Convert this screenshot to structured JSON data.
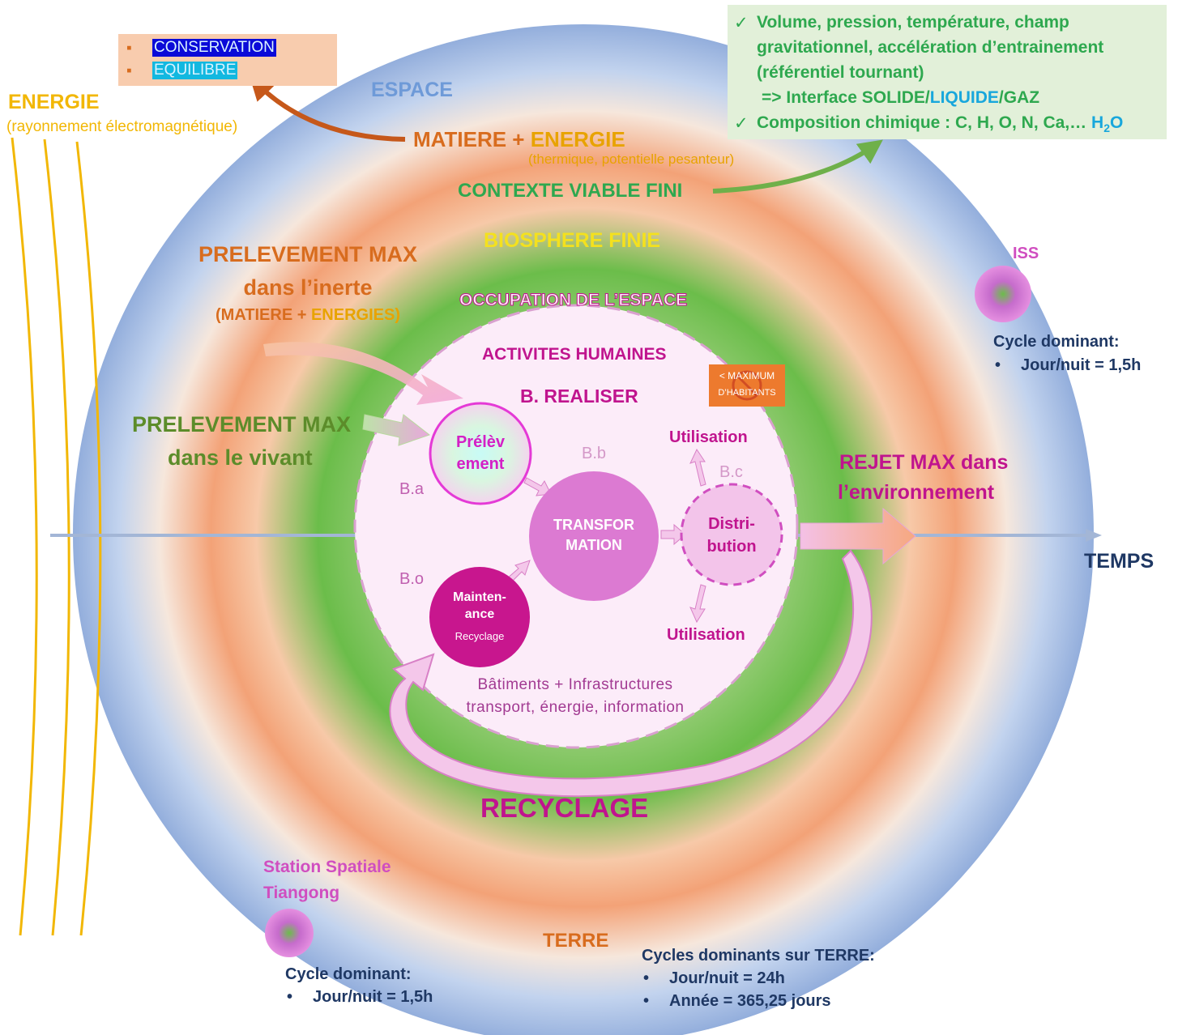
{
  "energy": {
    "title": "ENERGIE",
    "subtitle": "(rayonnement électromagnétique)"
  },
  "conservation_box": {
    "items": [
      "CONSERVATION",
      "EQUILIBRE"
    ]
  },
  "space": {
    "label": "ESPACE"
  },
  "matter": {
    "part1": "MATIERE + ",
    "part2": "ENERGIE",
    "subtitle": "(thermique,  potentielle pesanteur)"
  },
  "viable_context": {
    "label": "CONTEXTE VIABLE FINI",
    "lines": [
      "Volume, pression, température, champ",
      "gravitationnel, accélération d’entrainement",
      "(référentiel tournant)",
      "=> Interface SOLIDE/",
      "LIQUIDE",
      "/GAZ",
      "Composition chimique : C, H, O, N, Ca,… ",
      "H",
      "2",
      "O"
    ],
    "check": "✓"
  },
  "biosphere": {
    "label": "BIOSPHERE FINIE"
  },
  "inert_extraction": {
    "line1": "PRELEVEMENT MAX",
    "line2": "dans l’inerte",
    "sub1": "(MATIERE + ",
    "sub2": "ENERGIES)"
  },
  "living_extraction": {
    "line1": "PRELEVEMENT MAX",
    "line2": "dans le vivant"
  },
  "space_occupation": {
    "label": "OCCUPATION DE L’ESPACE"
  },
  "human_activities": {
    "label": "ACTIVITES HUMAINES",
    "realise": "B. REALISER"
  },
  "max_inhabitants": {
    "line1": "< MAXIMUM",
    "line2": "D’HABITANTS"
  },
  "nodes": {
    "prelevement": {
      "line1": "Prélèv",
      "line2": "ement",
      "code": "B.a"
    },
    "transformation": {
      "line1": "TRANSFOR",
      "line2": "MATION",
      "code": "B.b"
    },
    "distribution": {
      "line1": "Distri-",
      "line2": "bution",
      "code": "B.c"
    },
    "maintenance": {
      "line1": "Mainten-",
      "line2": "ance",
      "line3": "Recyclage",
      "code": "B.o"
    },
    "use_top": "Utilisation",
    "use_bottom": "Utilisation"
  },
  "buildings": {
    "line1": "Bâtiments + Infrastructures",
    "line2": "transport, énergie, information"
  },
  "discharge": {
    "line1": "REJET MAX dans",
    "line2": "l’environnement"
  },
  "time": {
    "label": "TEMPS"
  },
  "recycling": {
    "label": "RECYCLAGE"
  },
  "iss": {
    "label": "ISS",
    "cycle_title": "Cycle dominant:",
    "bullet": "•",
    "cycle_item": "Jour/nuit  = 1,5h"
  },
  "tiangong": {
    "line1": "Station Spatiale",
    "line2": "Tiangong",
    "cycle_title": "Cycle dominant:",
    "bullet": "•",
    "cycle_item": "Jour/nuit  = 1,5h"
  },
  "earth": {
    "label": "TERRE",
    "cycle_title": "Cycles dominants sur TERRE:",
    "bullet": "•",
    "items": [
      "Jour/nuit  = 24h",
      "Année = 365,25 jours"
    ]
  },
  "colors": {
    "orange": "#d86c1e",
    "green": "#2ea84f",
    "magenta": "#c0148e",
    "blue": "#3e7cc3",
    "navy": "#1f3864",
    "yellow": "#f2b705"
  }
}
